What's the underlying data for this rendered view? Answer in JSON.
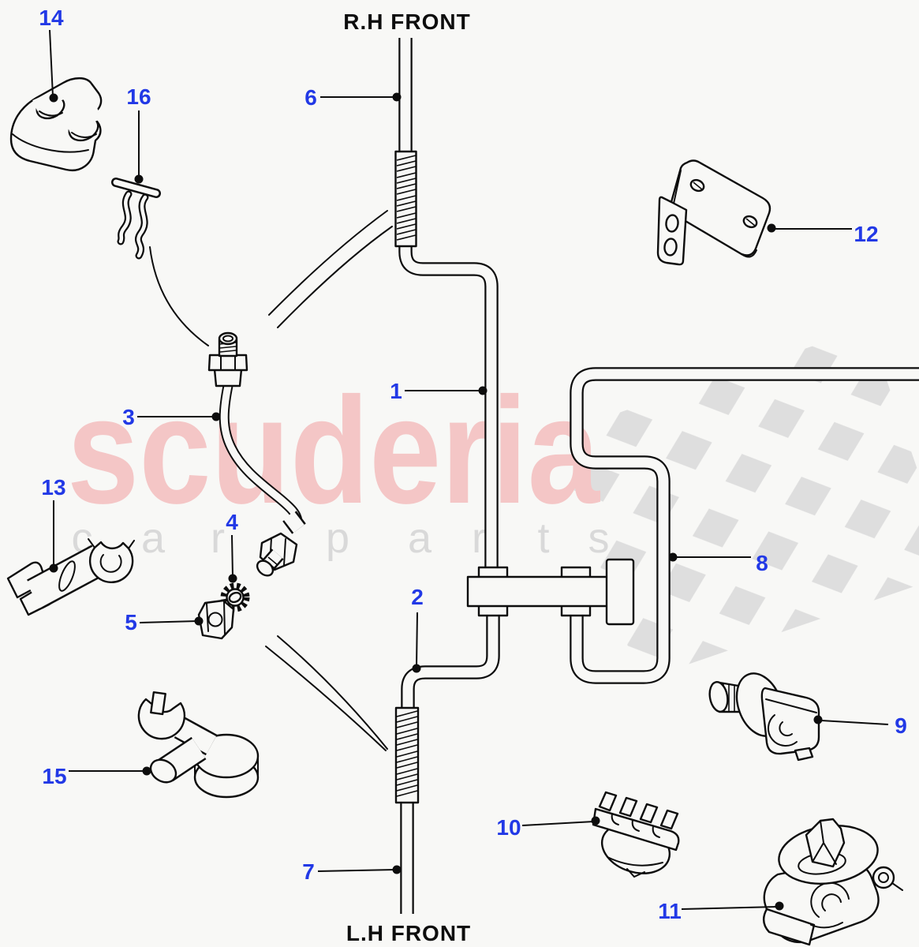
{
  "labels": {
    "rh_front": "R.H FRONT",
    "lh_front": "L.H FRONT"
  },
  "callouts": [
    {
      "number": "1"
    },
    {
      "number": "2"
    },
    {
      "number": "3"
    },
    {
      "number": "4"
    },
    {
      "number": "5"
    },
    {
      "number": "6"
    },
    {
      "number": "7"
    },
    {
      "number": "8"
    },
    {
      "number": "9"
    },
    {
      "number": "10"
    },
    {
      "number": "11"
    },
    {
      "number": "12"
    },
    {
      "number": "13"
    },
    {
      "number": "14"
    },
    {
      "number": "15"
    },
    {
      "number": "16"
    }
  ],
  "watermark": {
    "brand": "scuderia",
    "letters": [
      "c",
      "a",
      "r",
      "p",
      "a",
      "r",
      "t",
      "s"
    ],
    "flag_icon": "checkered-flag",
    "brand_color": "#f4c6c6",
    "letters_color": "#d9d9d9",
    "flag_color": "#dedede"
  },
  "colors": {
    "background": "#f8f8f6",
    "line": "#0d0d0d",
    "callout": "#2239e6",
    "label": "#0d0d0d"
  }
}
